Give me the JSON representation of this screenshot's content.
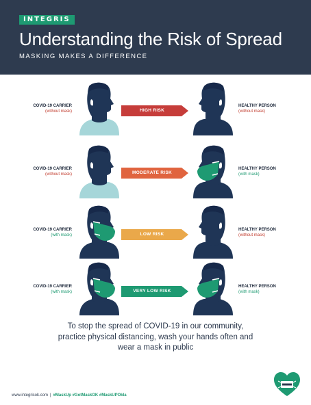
{
  "header": {
    "logo": "INTEGRIS",
    "title": "Understanding the Risk of Spread",
    "subtitle": "MASKING MAKES A DIFFERENCE"
  },
  "colors": {
    "navy": "#2e3b4f",
    "green": "#1e9a72",
    "face": "#1f3556",
    "shirt": "#a6d6d9",
    "mask": "#1e9a72",
    "high": "#c63d3a",
    "moderate": "#e0643f",
    "low": "#eaa84a",
    "very_low": "#1e9a72"
  },
  "rows": [
    {
      "carrier_label": "COVID-19 CARRIER",
      "carrier_status": "(without mask)",
      "risk": "HIGH RISK",
      "person_label": "HEALTHY PERSON",
      "person_status": "(without mask)"
    },
    {
      "carrier_label": "COVID-19 CARRIER",
      "carrier_status": "(without mask)",
      "risk": "MODERATE RISK",
      "person_label": "HEALTHY PERSON",
      "person_status": "(with mask)"
    },
    {
      "carrier_label": "COVID-19 CARRIER",
      "carrier_status": "(with mask)",
      "risk": "LOW RISK",
      "person_label": "HEALTHY PERSON",
      "person_status": "(without mask)"
    },
    {
      "carrier_label": "COVID-19 CARRIER",
      "carrier_status": "(with mask)",
      "risk": "VERY LOW RISK",
      "person_label": "HEALTHY PERSON",
      "person_status": "(with mask)"
    }
  ],
  "message": {
    "line1": "To stop the spread of COVID-19 in our community,",
    "line2": "practice physical distancing, wash your hands often and",
    "line3": "wear a mask in public"
  },
  "footer": {
    "url": "www.integrisok.com",
    "separator": "|",
    "hashtags": "#MaskUp #GotMaskOK #MaskUPOkla"
  }
}
